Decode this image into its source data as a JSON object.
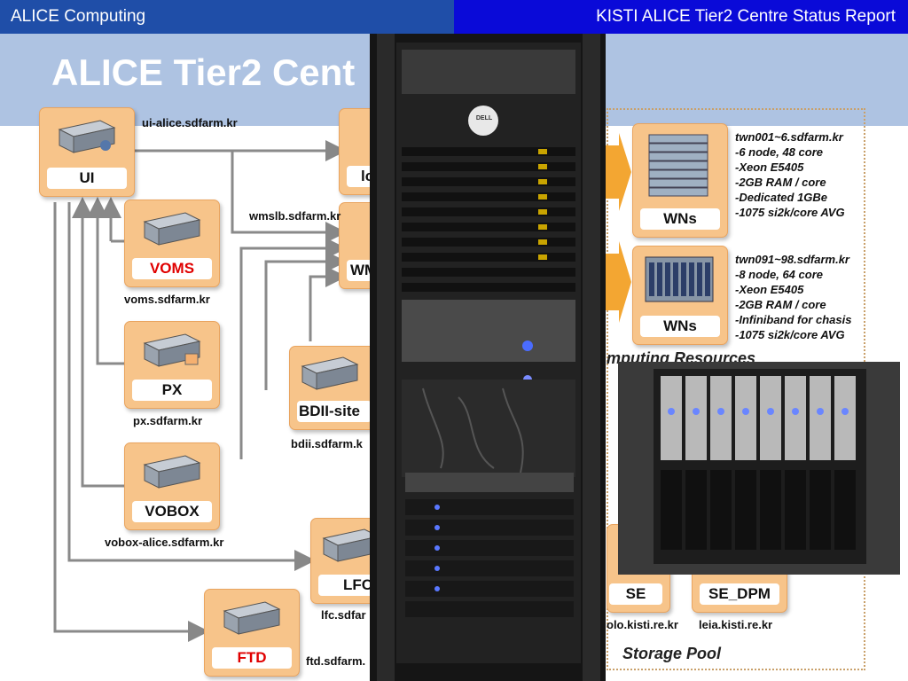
{
  "header": {
    "left": "ALICE Computing",
    "right": "KISTI ALICE Tier2 Centre Status Report"
  },
  "title": "ALICE Tier2 Cent",
  "nodes": {
    "ui": {
      "label": "UI",
      "host": "ui-alice.sdfarm.kr"
    },
    "voms": {
      "label": "VOMS",
      "host": "voms.sdfarm.kr"
    },
    "px": {
      "label": "PX",
      "host": "px.sdfarm.kr"
    },
    "vobox": {
      "label": "VOBOX",
      "host": "vobox-alice.sdfarm.kr"
    },
    "ftd": {
      "label": "FTD",
      "host": "ftd.sdfarm."
    },
    "lfc": {
      "label": "LFC",
      "host": "lfc.sdfar"
    },
    "bdii": {
      "label": "BDII-site",
      "host": "bdii.sdfarm.k"
    },
    "wms": {
      "label": "WM",
      "host": "wmslb.sdfarm.kr"
    },
    "lb": {
      "label": "lc"
    },
    "wns1": {
      "label": "WNs"
    },
    "wns2": {
      "label": "WNs"
    },
    "se": {
      "label": "SE",
      "host": "olo.kisti.re.kr"
    },
    "se_dpm": {
      "label": "SE_DPM",
      "host": "leia.kisti.re.kr"
    }
  },
  "wn_specs": {
    "group1": [
      "twn001~6.sdfarm.kr",
      "-6 node, 48 core",
      "-Xeon E5405",
      "-2GB RAM / core",
      "-Dedicated 1GBe",
      "-1075 si2k/core AVG"
    ],
    "group2": [
      "twn091~98.sdfarm.kr",
      "-8 node, 64 core",
      "-Xeon E5405",
      "-2GB RAM / core",
      "-Infiniband for chasis",
      "-1075 si2k/core AVG"
    ]
  },
  "captions": {
    "computing": "mputing Resources",
    "storage": "Storage Pool"
  },
  "photos": {
    "rack_brand": "DELL"
  }
}
